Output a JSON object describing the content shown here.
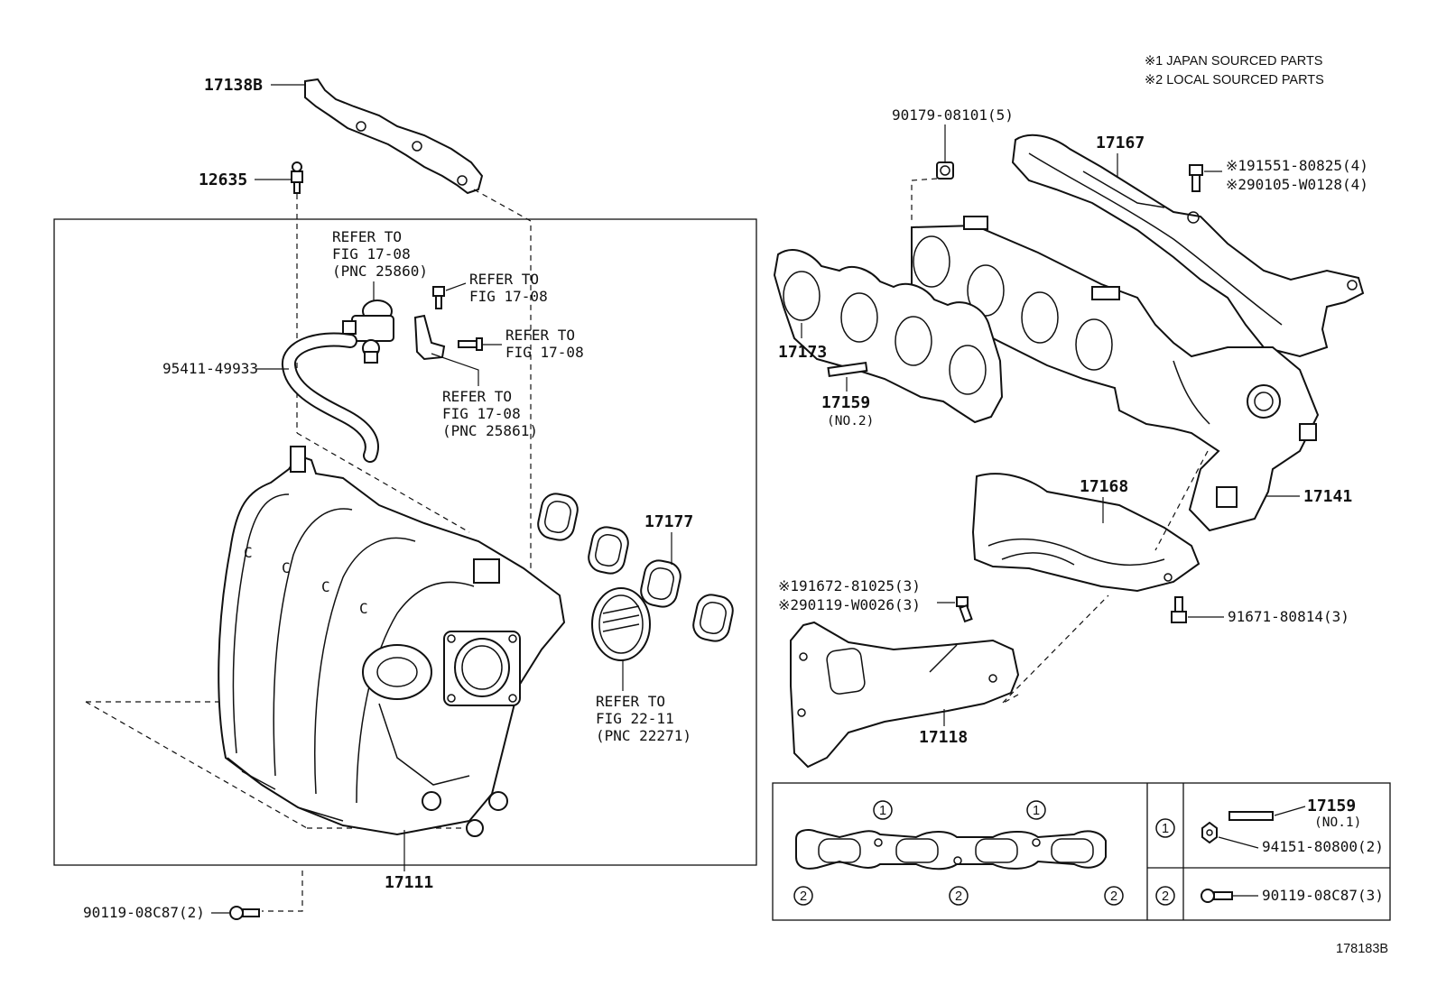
{
  "diagram_id": "178183B",
  "notes": [
    "※1 JAPAN SOURCED PARTS",
    "※2 LOCAL SOURCED PARTS"
  ],
  "labels": {
    "p17138b": "17138B",
    "p12635": "12635",
    "refer_25860": [
      "REFER TO",
      "FIG 17-08",
      "(PNC 25860)"
    ],
    "refer_bolt": [
      "REFER TO",
      "FIG 17-08"
    ],
    "refer_screw": [
      "REFER TO",
      "FIG 17-08"
    ],
    "refer_25861": [
      "REFER TO",
      "FIG 17-08",
      "(PNC 25861)"
    ],
    "p95411": "95411-49933",
    "p17177": "17177",
    "refer_22271": [
      "REFER TO",
      "FIG 22-11",
      "(PNC 22271)"
    ],
    "p17111": "17111",
    "p90119_2": "90119-08C87(2)",
    "p90179": "90179-08101(5)",
    "p17167": "17167",
    "p91551": "※191551-80825(4)",
    "p90105": "※290105-W0128(4)",
    "p17173": "17173",
    "p17159_2": "17159",
    "p17159_2_note": "(NO.2)",
    "p17168": "17168",
    "p17141": "17141",
    "p91672": "※191672-81025(3)",
    "p90119_w": "※290119-W0026(3)",
    "p91671": "91671-80814(3)",
    "p17118": "17118"
  },
  "legend": {
    "circle1": "1",
    "circle2": "2",
    "p17159_1": "17159",
    "p17159_1_note": "(NO.1)",
    "p94151": "94151-80800(2)",
    "p90119_3": "90119-08C87(3)"
  }
}
